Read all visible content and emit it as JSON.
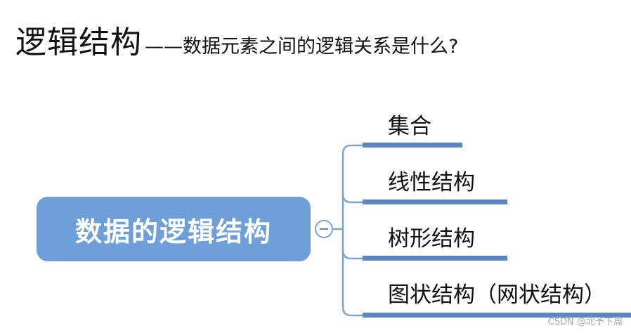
{
  "title": {
    "main": "逻辑结构",
    "subtitle": "——数据元素之间的逻辑关系是什么?"
  },
  "root": {
    "label": "数据的逻辑结构"
  },
  "children": [
    {
      "label": "集合"
    },
    {
      "label": "线性结构"
    },
    {
      "label": "树形结构"
    },
    {
      "label": "图状结构（网状结构）"
    }
  ],
  "colors": {
    "root_fill": "#6f9fd8",
    "connector": "#7aa3d8",
    "underline": "#5c86c2"
  },
  "watermark": "CSDN @北予下周"
}
